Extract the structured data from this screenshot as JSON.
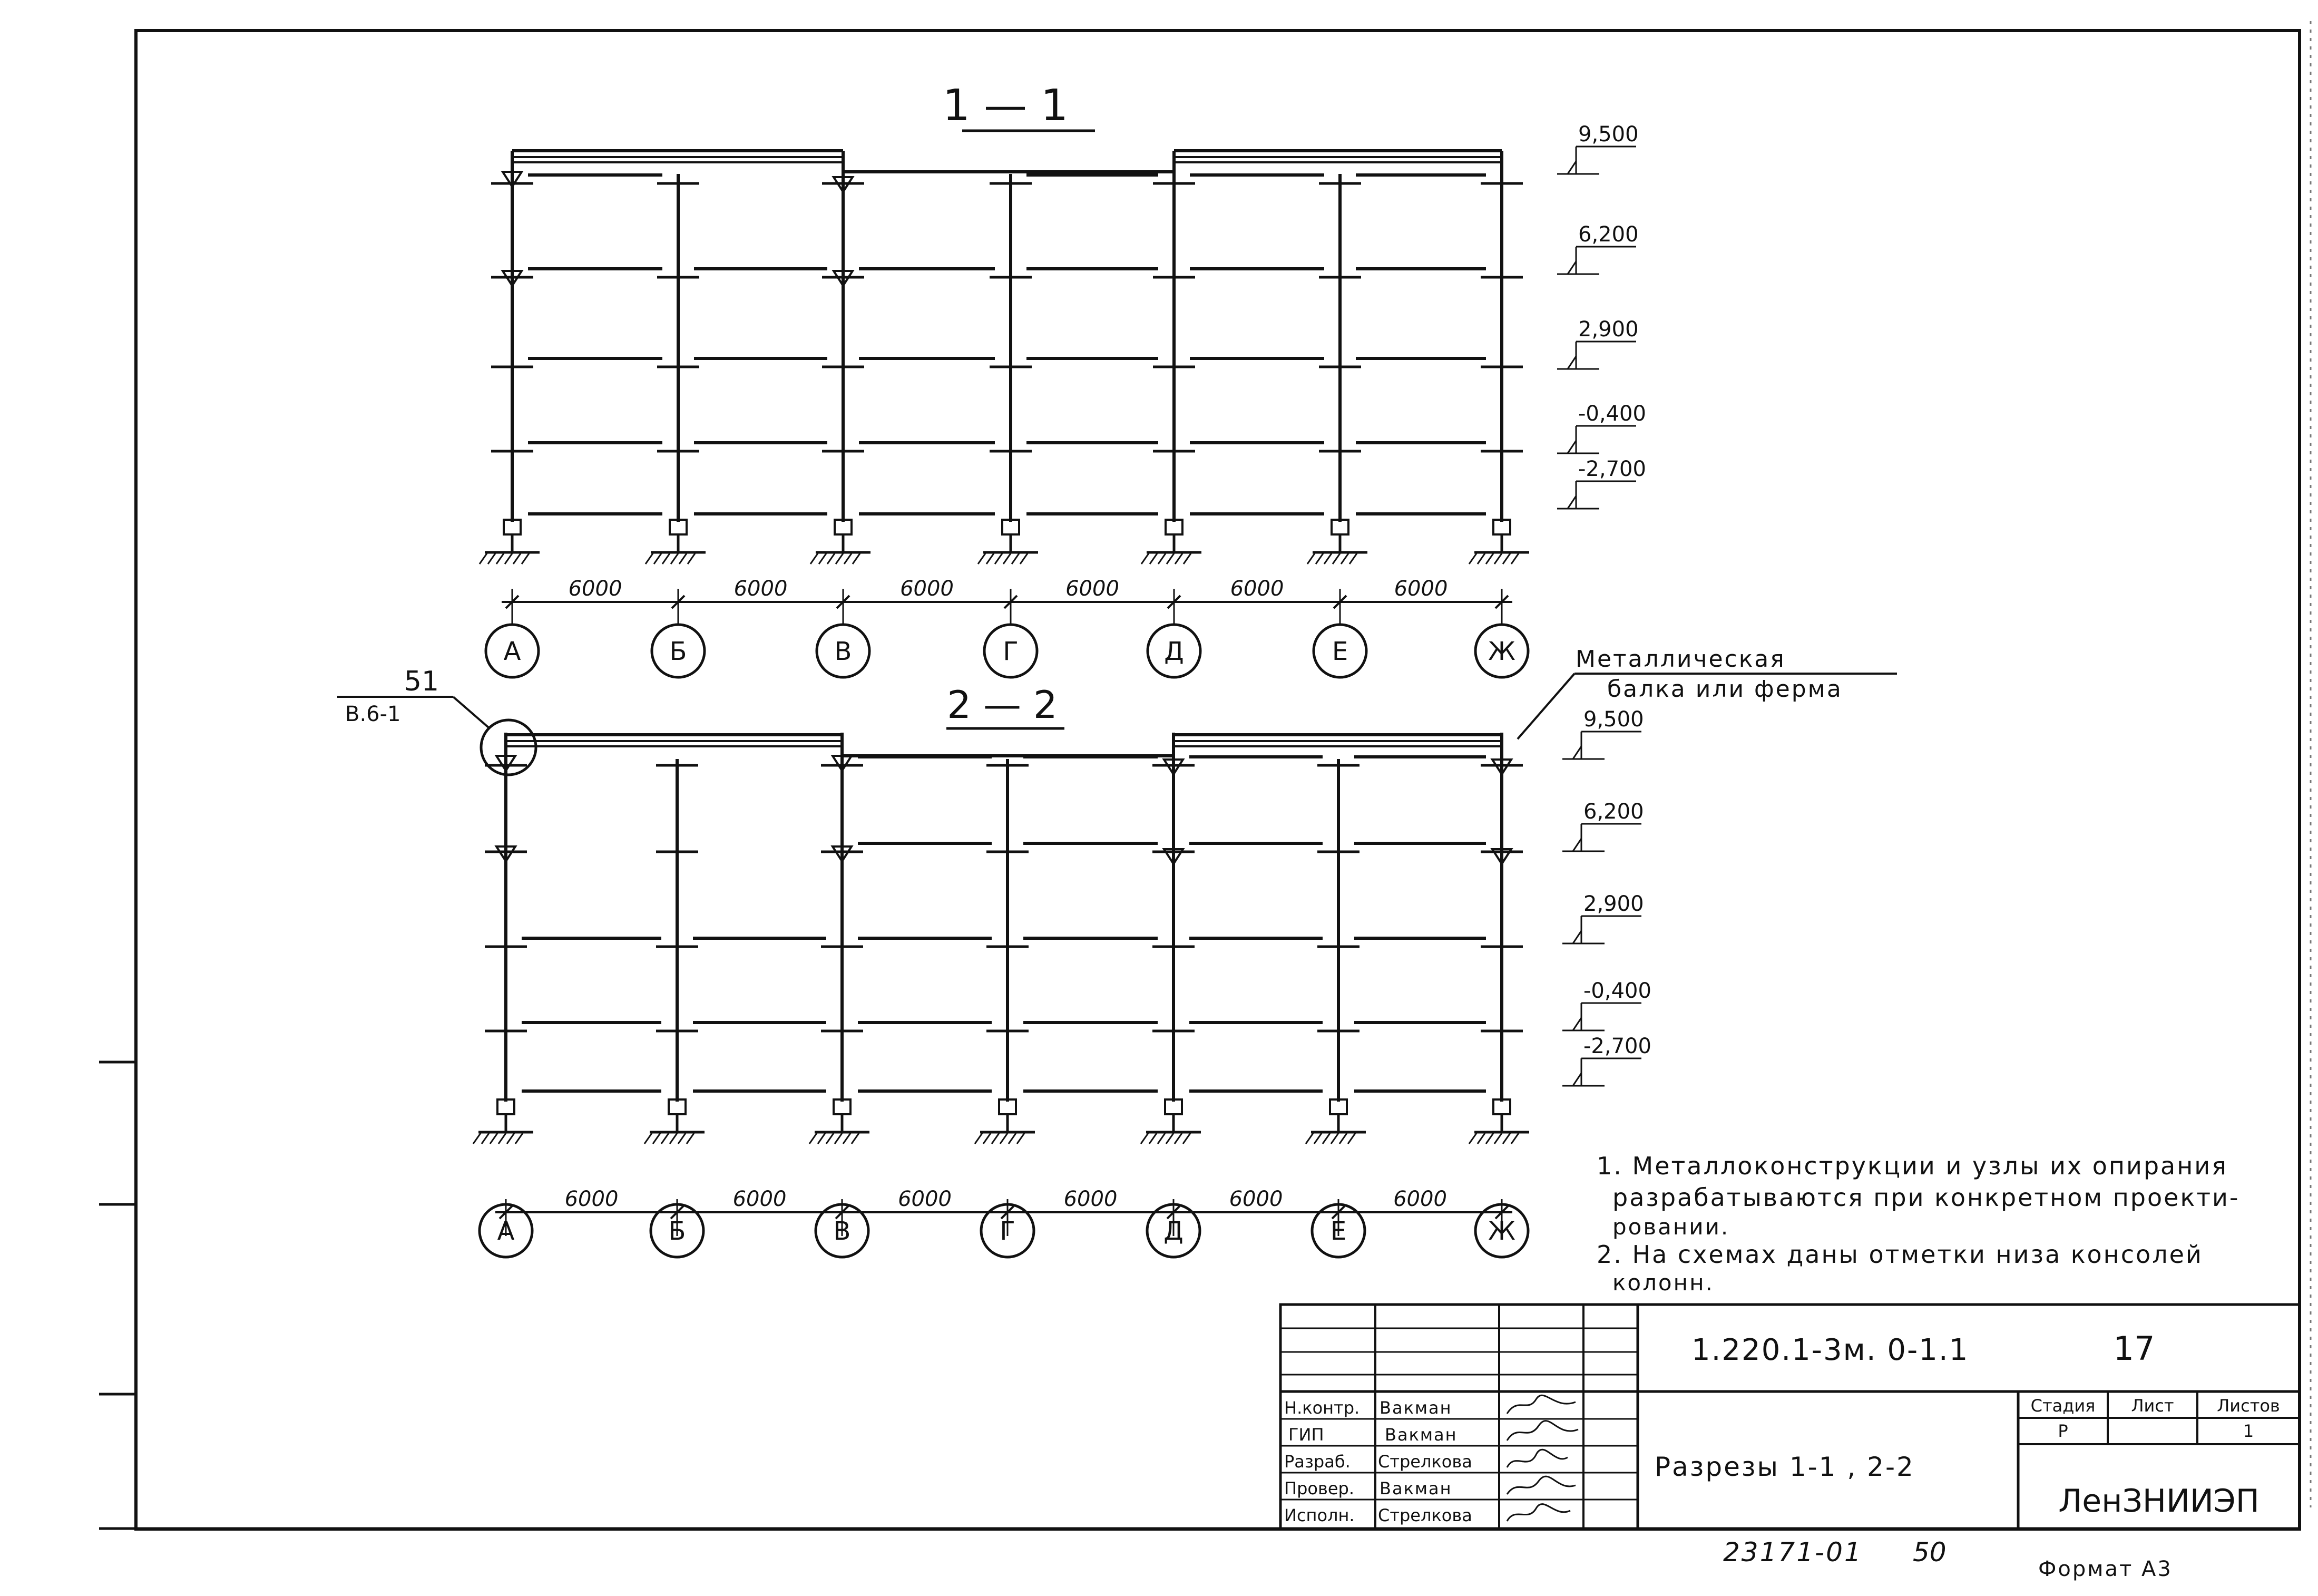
{
  "sections": [
    {
      "title": "1 — 1",
      "elevations": [
        "9,500",
        "6,200",
        "2,900",
        "-0,400",
        "-2,700"
      ],
      "spans": [
        "6000",
        "6000",
        "6000",
        "6000",
        "6000",
        "6000"
      ],
      "axes": [
        "А",
        "Б",
        "В",
        "Г",
        "Д",
        "Е",
        "Ж"
      ]
    },
    {
      "title": "2 — 2",
      "elevations": [
        "9,500",
        "6,200",
        "2,900",
        "-0,400",
        "-2,700"
      ],
      "spans": [
        "6000",
        "6000",
        "6000",
        "6000",
        "6000",
        "6000"
      ],
      "axes": [
        "А",
        "Б",
        "В",
        "Г",
        "Д",
        "Е",
        "Ж"
      ]
    }
  ],
  "node_callout": {
    "number": "51",
    "sheet_ref": "В.6-1"
  },
  "beam_label": [
    "Металлическая",
    "балка или ферма"
  ],
  "notes": [
    "1. Металлоконструкции и узлы их опирания",
    "разрабатываются при конкретном проекти-",
    "ровании.",
    "2. На схемах даны отметки низа консолей",
    "колонн."
  ],
  "title_block": {
    "document_code": "1.220.1-3м.  0-1.1",
    "sheet_number": "17",
    "drawing_title": "Разрезы 1-1 , 2-2",
    "organization": "ЛенЗНИИЭП",
    "stage_header": "Стадия",
    "sheet_header": "Лист",
    "sheets_header": "Листов",
    "stage_value": "Р",
    "sheets_value": "1",
    "staff": [
      {
        "role": "Н.контр.",
        "name": "Вакман"
      },
      {
        "role": "ГИП",
        "name": "Вакман"
      },
      {
        "role": "Разраб.",
        "name": "Стрелкова"
      },
      {
        "role": "Провер.",
        "name": "Вакман"
      },
      {
        "role": "Исполн.",
        "name": "Стрелкова"
      }
    ]
  },
  "footer": {
    "inventory_number": "23171-01",
    "inventory_suffix": "50",
    "format": "Формат А3"
  }
}
